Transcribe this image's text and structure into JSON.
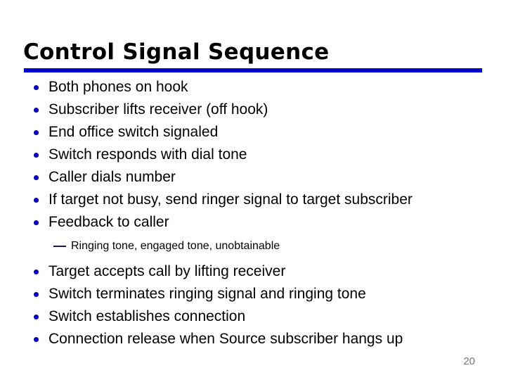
{
  "slide": {
    "title": "Control Signal Sequence",
    "page_number": "20",
    "accent_color": "#0000cc",
    "bullet_color": "#0000b0",
    "dash_color": "#1a1a4d",
    "text_color": "#000000",
    "page_number_color": "#7a7a7a",
    "background_color": "#ffffff"
  },
  "content": {
    "group_one": [
      {
        "marker": "bullet-dot-icon",
        "text": "Both phones on hook"
      },
      {
        "marker": "bullet-dot-icon",
        "text": "Subscriber lifts receiver (off hook)"
      },
      {
        "marker": "bullet-dot-icon",
        "text": "End office switch signaled"
      },
      {
        "marker": "bullet-dot-icon",
        "text": "Switch responds with dial tone"
      },
      {
        "marker": "bullet-dot-icon",
        "text": "Caller dials number"
      },
      {
        "marker": "bullet-dot-icon",
        "text": "If target not busy, send ringer signal to target subscriber"
      },
      {
        "marker": "bullet-dot-icon",
        "text": "Feedback to caller"
      }
    ],
    "sub_items": [
      {
        "marker": "em-dash-icon",
        "text": "Ringing tone, engaged tone, unobtainable"
      }
    ],
    "group_two": [
      {
        "marker": "bullet-dot-icon",
        "text": "Target accepts call by lifting receiver"
      },
      {
        "marker": "bullet-dot-icon",
        "text": "Switch terminates ringing signal and ringing tone"
      },
      {
        "marker": "bullet-dot-icon",
        "text": "Switch establishes connection"
      },
      {
        "marker": "bullet-dot-icon",
        "text": "Connection release when Source subscriber hangs up"
      }
    ]
  }
}
